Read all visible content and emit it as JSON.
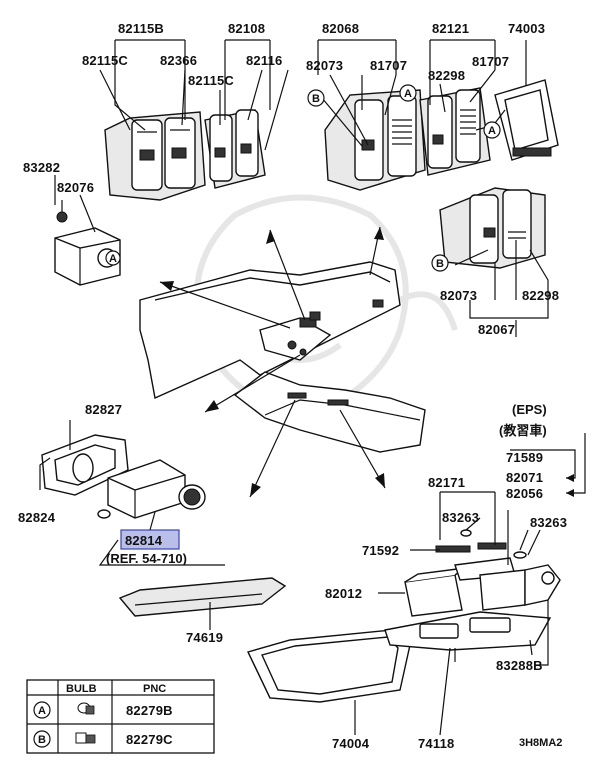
{
  "parts": {
    "p82115B": "82115B",
    "p82108": "82108",
    "p82068": "82068",
    "p82121": "82121",
    "p74003": "74003",
    "p82115C_a": "82115C",
    "p82366": "82366",
    "p82115C_b": "82115C",
    "p82116": "82116",
    "p82073_a": "82073",
    "p81707_a": "81707",
    "p82298_a": "82298",
    "p81707_b": "81707",
    "p83282": "83282",
    "p82076": "82076",
    "p82073_b": "82073",
    "p82298_b": "82298",
    "p82067": "82067",
    "p82827": "82827",
    "p82824": "82824",
    "p82814": "82814",
    "p71589": "71589",
    "p82071": "82071",
    "p82056": "82056",
    "p82171": "82171",
    "p83263_a": "83263",
    "p83263_b": "83263",
    "p71592": "71592",
    "p82012": "82012",
    "p74619": "74619",
    "p83288B": "83288B",
    "p74004": "74004",
    "p74118": "74118"
  },
  "notes": {
    "eps": "(EPS)",
    "kyoshu": "(教習車)",
    "ref": "(REF. 54-710)",
    "code": "3H8MA2"
  },
  "callouts": {
    "A": "A",
    "B": "B"
  },
  "legend": {
    "col_bulb": "BULB",
    "col_pnc": "PNC",
    "rows": [
      {
        "key": "A",
        "pnc": "82279B"
      },
      {
        "key": "B",
        "pnc": "82279C"
      }
    ]
  }
}
